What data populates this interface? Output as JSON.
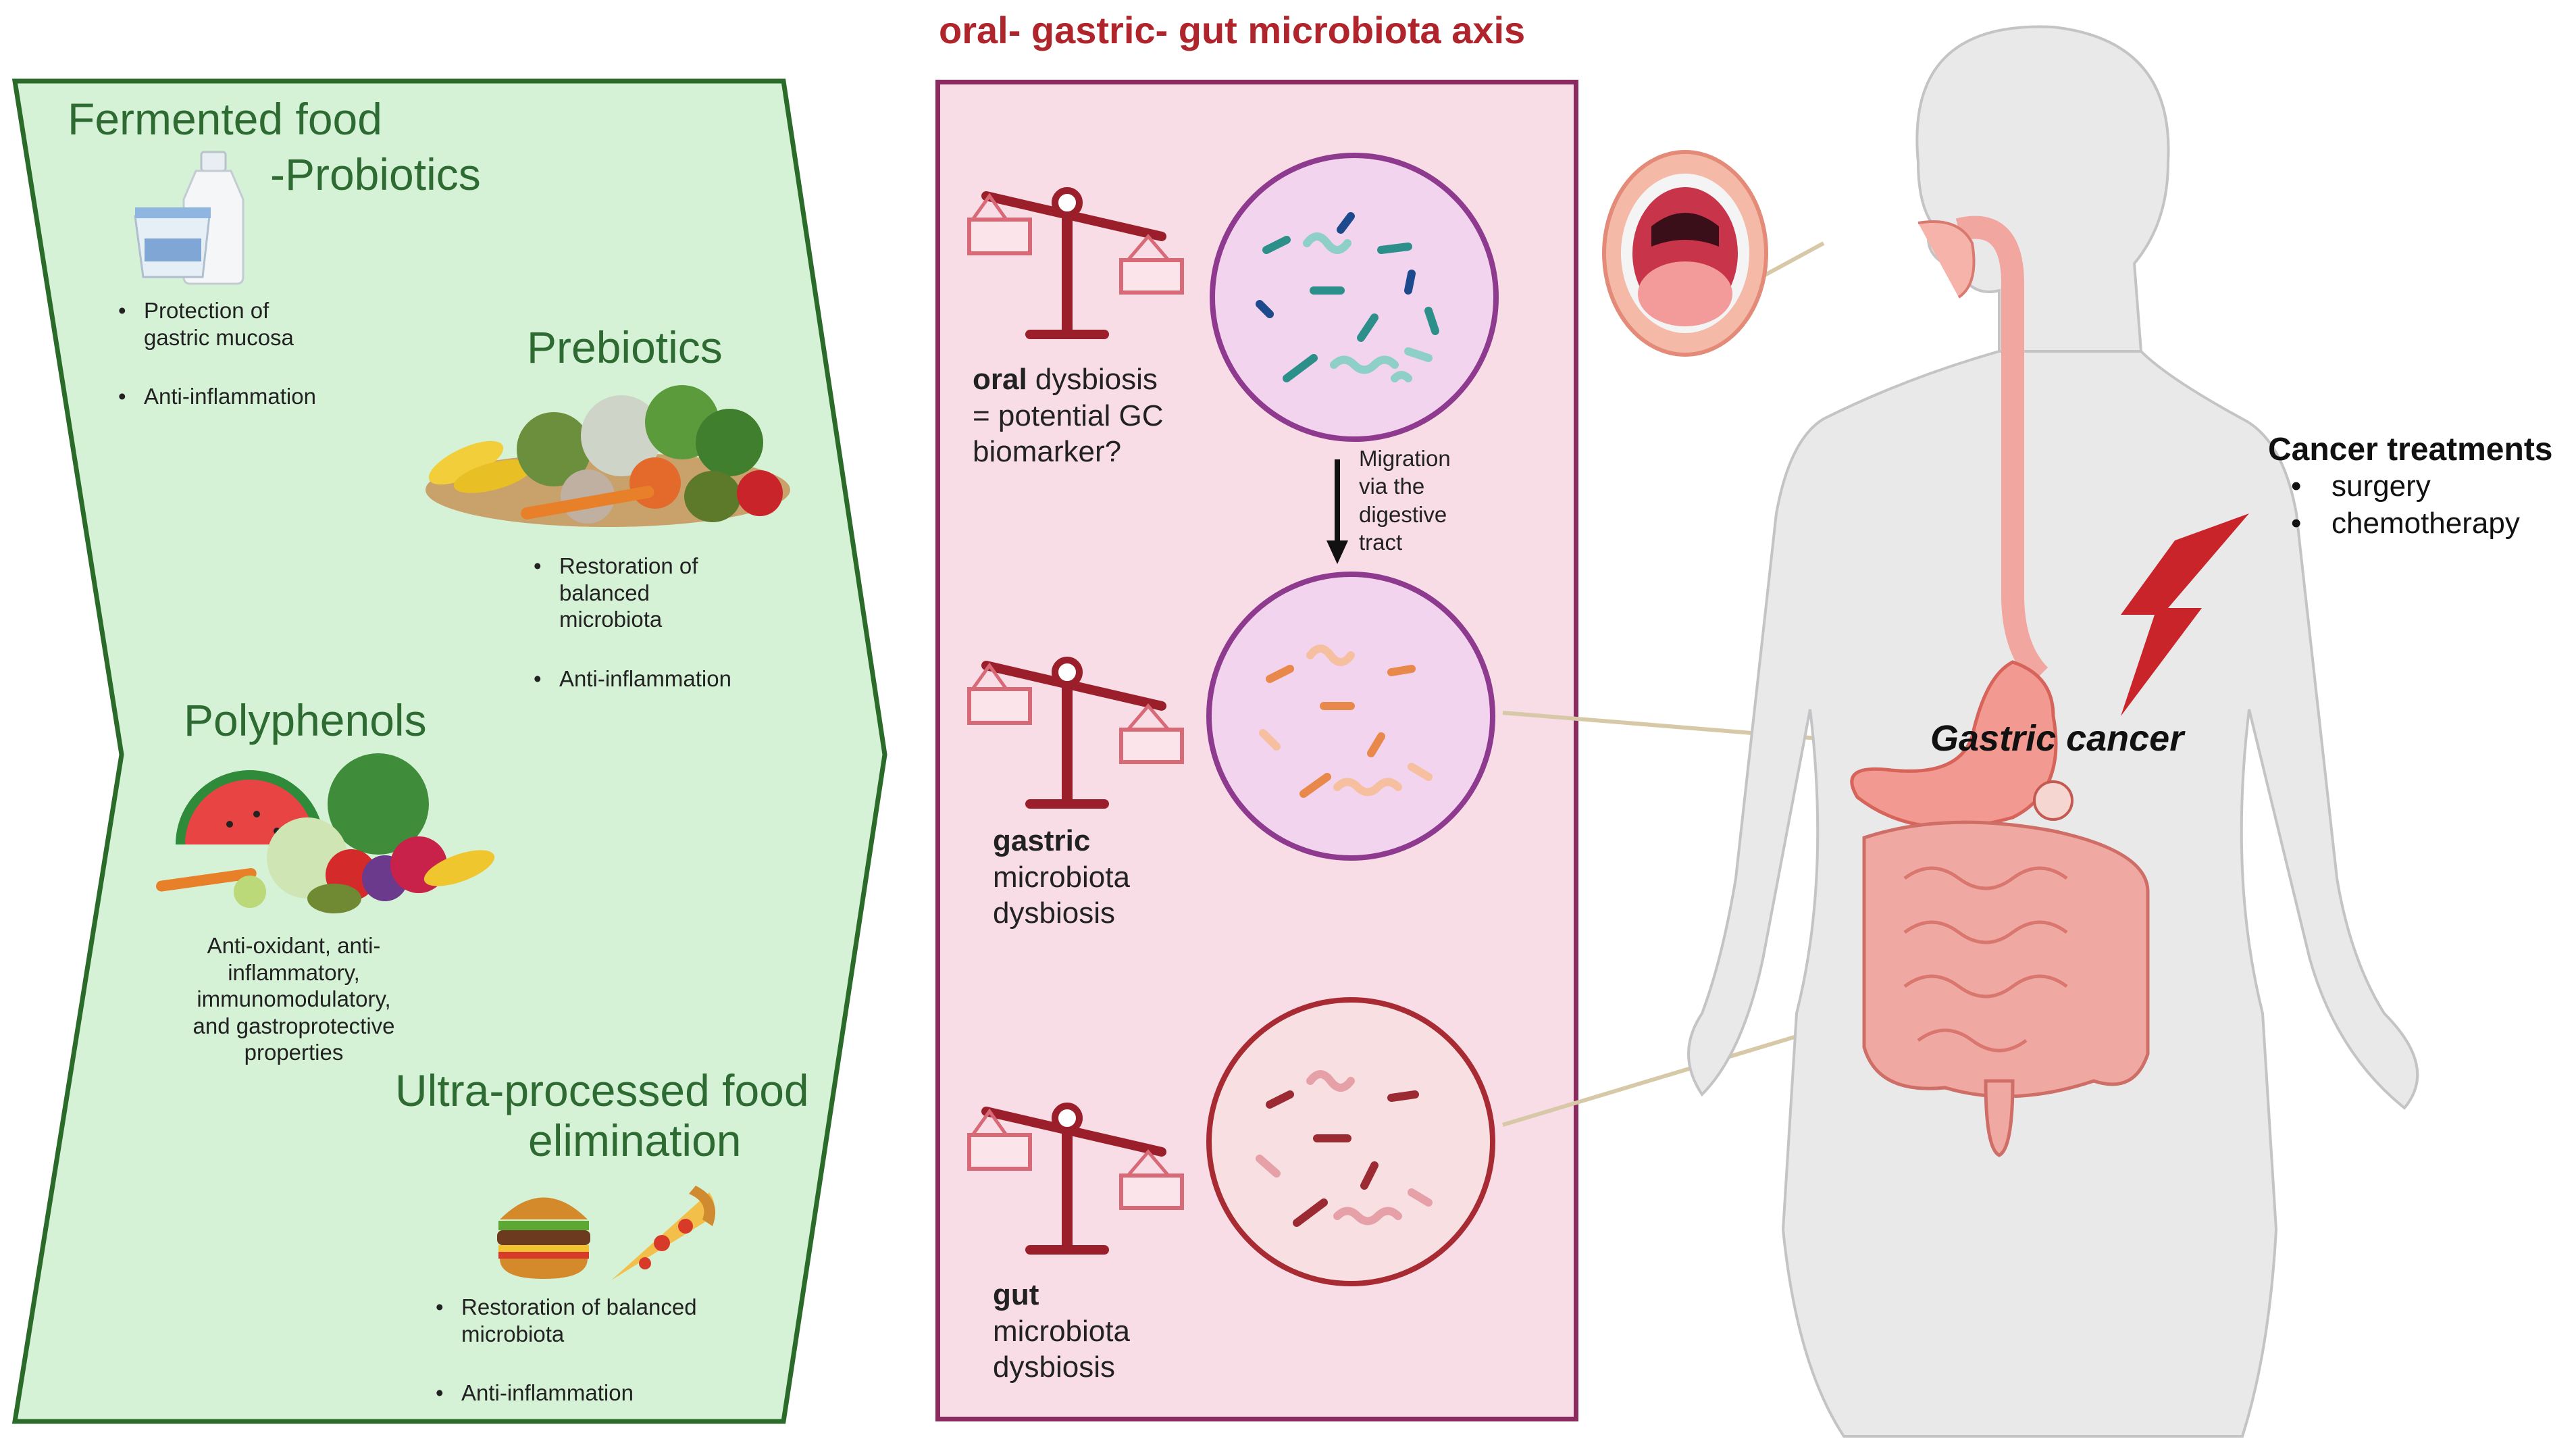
{
  "axis_title": "oral- gastric- gut microbiota axis",
  "left_panel": {
    "fermented": {
      "title_line1": "Fermented food",
      "title_line2": "-Probiotics",
      "bullets": [
        "Protection of gastric mucosa",
        "Anti-inflammation"
      ]
    },
    "prebiotics": {
      "title": "Prebiotics",
      "bullets": [
        "Restoration of balanced microbiota",
        "Anti-inflammation"
      ]
    },
    "polyphenols": {
      "title": "Polyphenols",
      "description": "Anti-oxidant, anti-inflammatory, immunomodulatory, and gastroprotective properties"
    },
    "ultra": {
      "title_line1": "Ultra-processed food",
      "title_line2": "elimination",
      "bullets": [
        "Restoration of balanced microbiota",
        "Anti-inflammation"
      ]
    }
  },
  "middle_panel": {
    "oral": {
      "bold": "oral",
      "rest1": " dysbiosis",
      "line2": "= potential GC",
      "line3": "biomarker?"
    },
    "migration": [
      "Migration",
      "via the",
      "digestive",
      "tract"
    ],
    "gastric": {
      "bold": "gastric",
      "line2": "microbiota",
      "line3": "dysbiosis"
    },
    "gut": {
      "bold": "gut",
      "line2": "microbiota",
      "line3": "dysbiosis"
    }
  },
  "right_panel": {
    "cancer_label": "Gastric cancer",
    "treatments_title": "Cancer treatments",
    "treatments": [
      "surgery",
      "chemotherapy"
    ]
  },
  "colors": {
    "green_fill": "#d6f2d6",
    "green_border": "#2a6b2a",
    "pink_fill": "#f8dce6",
    "purple_border": "#8a2a5e",
    "accent_red": "#b0242c"
  }
}
